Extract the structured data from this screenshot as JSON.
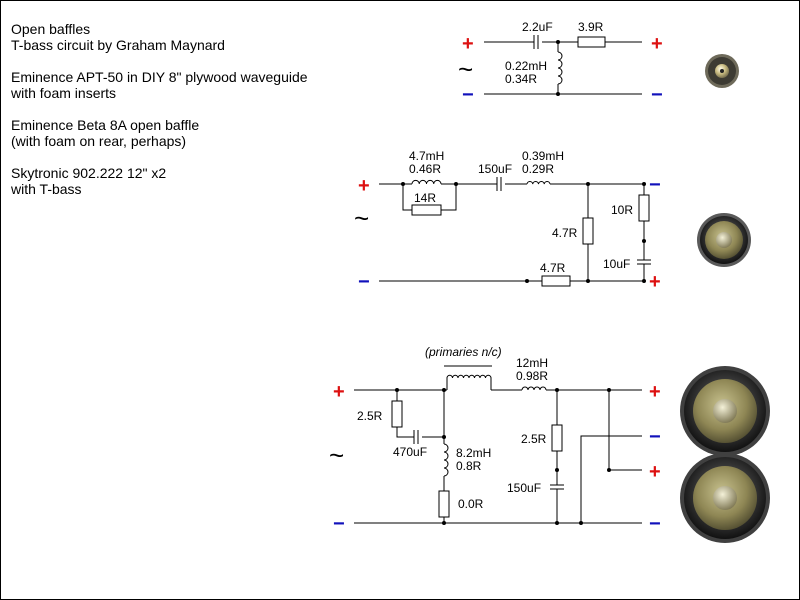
{
  "notes": [
    {
      "lines": [
        "Open baffles",
        "T-bass circuit by Graham Maynard"
      ]
    },
    {
      "lines": [
        "Eminence APT-50 in DIY 8\" plywood waveguide",
        "with foam inserts"
      ]
    },
    {
      "lines": [
        "Eminence Beta 8A open baffle",
        "(with foam on rear, perhaps)"
      ]
    },
    {
      "lines": [
        "Skytronic 902.222 12\" x2",
        "with T-bass"
      ]
    }
  ],
  "symbols": {
    "plus": "+",
    "minus": "−",
    "tilde": "~"
  },
  "tweeter": {
    "c": "2.2uF",
    "r": "3.9R",
    "l1": "0.22mH",
    "l2": "0.34R"
  },
  "mid": {
    "l1a": "4.7mH",
    "l1b": "0.46R",
    "r_par": "14R",
    "c1": "150uF",
    "l2a": "0.39mH",
    "l2b": "0.29R",
    "r_sh": "4.7R",
    "r_ser": "4.7R",
    "r_z": "10R",
    "c_z": "10uF"
  },
  "bass": {
    "trans": "(primaries n/c)",
    "la": "12mH",
    "lb": "0.98R",
    "r1": "2.5R",
    "c1": "470uF",
    "l2a": "8.2mH",
    "l2b": "0.8R",
    "r0": "0.0R",
    "r2": "2.5R",
    "c2": "150uF"
  },
  "colors": {
    "plus": "#dd1111",
    "minus": "#1111bb"
  }
}
